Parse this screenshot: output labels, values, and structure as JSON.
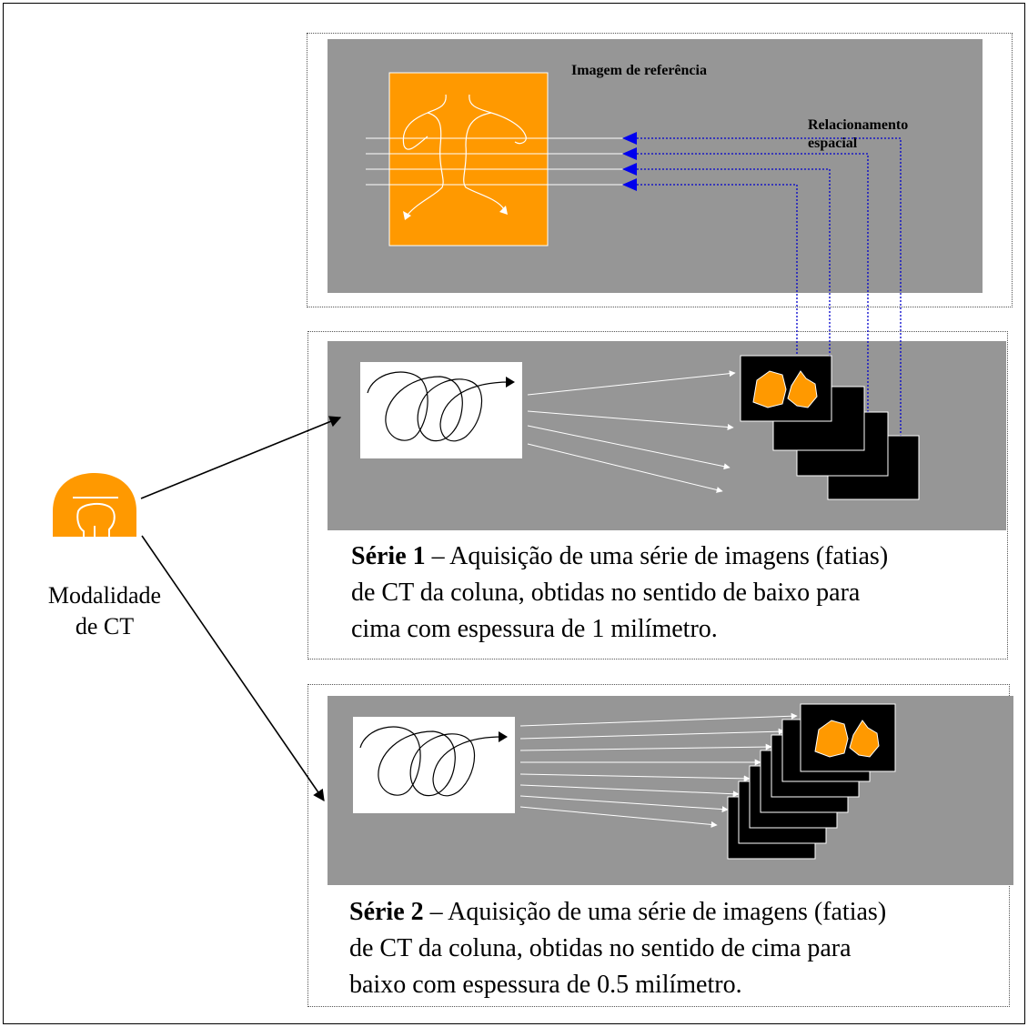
{
  "reference": {
    "title": "Imagem de referência",
    "spatial_label_line1": "Relacionamento",
    "spatial_label_line2": "espacial"
  },
  "series1": {
    "label": "Série 1",
    "line1": " – Aquisição de uma série de imagens (fatias)",
    "line2": "de CT da coluna, obtidas no sentido de baixo para",
    "line3": "cima com espessura de 1 milímetro."
  },
  "series2": {
    "label": "Série 2",
    "line1": " – Aquisição de uma série de imagens (fatias)",
    "line2": "de CT da coluna, obtidas no sentido de cima  para",
    "line3": "baixo com espessura de 0.5 milímetro."
  },
  "modality": {
    "line1": "Modalidade",
    "line2": "de CT",
    "icon": "ct-scanner-icon"
  },
  "colors": {
    "panel_gray": "#969696",
    "orange": "#ff9900",
    "link_blue": "#0000cc"
  }
}
